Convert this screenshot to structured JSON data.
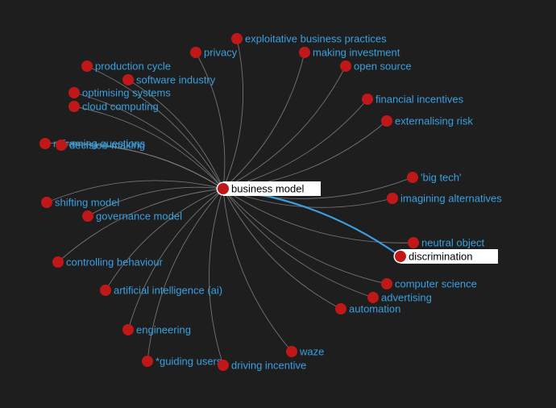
{
  "colors": {
    "background": "#1e1e1e",
    "edge": "#8a8a8a",
    "highlight_edge": "#3aa0e0",
    "node_fill": "#c01818",
    "node_ring": "#ffffff",
    "label_text": "#3aa0e0",
    "selected_box": "#ffffff",
    "selected_text": "#000000"
  },
  "hub": {
    "label": "business model"
  },
  "selected": {
    "label": "discrimination"
  },
  "nodes": [
    {
      "label": "exploitative business practices"
    },
    {
      "label": "privacy"
    },
    {
      "label": "making investment"
    },
    {
      "label": "production cycle"
    },
    {
      "label": "open source"
    },
    {
      "label": "software industry"
    },
    {
      "label": "optimising systems"
    },
    {
      "label": "cloud computing"
    },
    {
      "label": "financial incentives"
    },
    {
      "label": "externalising risk"
    },
    {
      "label": "reframing questions"
    },
    {
      "label": "decision-making"
    },
    {
      "label": "'big tech'"
    },
    {
      "label": "imagining alternatives"
    },
    {
      "label": "shifting model"
    },
    {
      "label": "governance model"
    },
    {
      "label": "neutral object"
    },
    {
      "label": "controlling behaviour"
    },
    {
      "label": "computer science"
    },
    {
      "label": "artificial intelligence (ai)"
    },
    {
      "label": "advertising"
    },
    {
      "label": "automation"
    },
    {
      "label": "engineering"
    },
    {
      "label": "waze"
    },
    {
      "label": "*guiding users"
    },
    {
      "label": "driving incentive"
    }
  ]
}
